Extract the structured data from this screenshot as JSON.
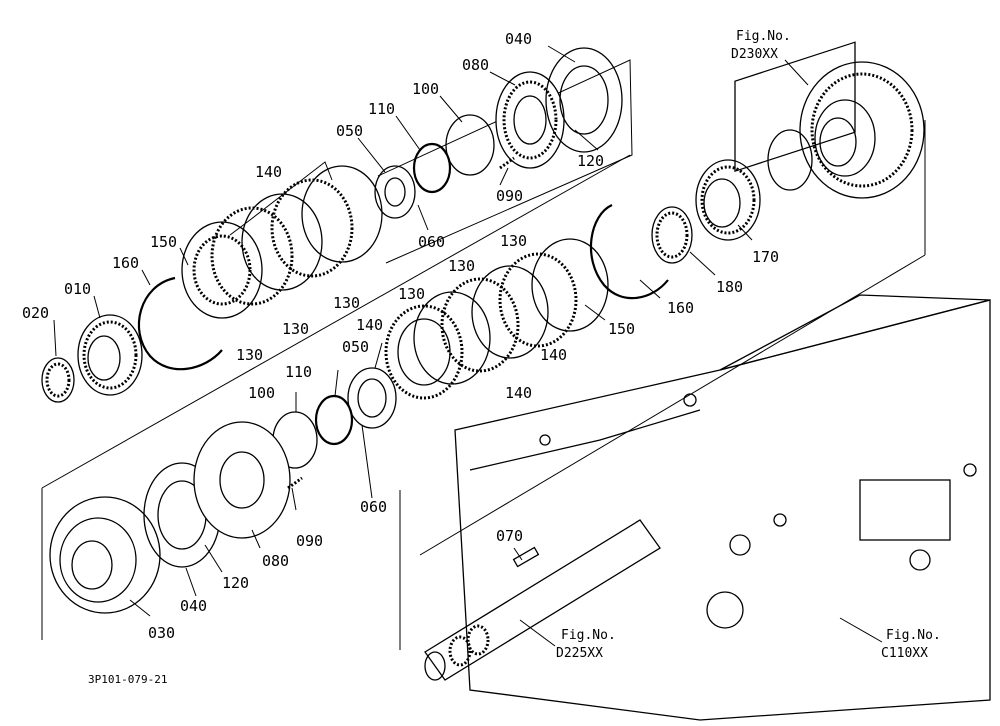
{
  "labels": {
    "p040_top": "040",
    "p080_top": "080",
    "p100_top": "100",
    "p110_top": "110",
    "p050_top": "050",
    "p140_top": "140",
    "p120_top": "120",
    "p090_top": "090",
    "p060_top": "060",
    "p150_left": "150",
    "p160_left": "160",
    "p010": "010",
    "p020": "020",
    "p130_a": "130",
    "p130_b": "130",
    "p130_c": "130",
    "p130_d": "130",
    "p130_e": "130",
    "p130_f": "130",
    "p140_mid": "140",
    "p140_right": "140",
    "p140_low": "140",
    "p050_mid": "050",
    "p110_mid": "110",
    "p100_mid": "100",
    "p150_right": "150",
    "p160_right": "160",
    "p180": "180",
    "p170": "170",
    "p060_low": "060",
    "p090_low": "090",
    "p080_low": "080",
    "p120_low": "120",
    "p040_low": "040",
    "p030": "030",
    "p070": "070"
  },
  "figrefs": {
    "d230_title": "Fig.No.",
    "d230_code": "D230XX",
    "d225_title": "Fig.No.",
    "d225_code": "D225XX",
    "c110_title": "Fig.No.",
    "c110_code": "C110XX"
  },
  "drawing_code": "3P101-079-21",
  "colors": {
    "ink": "#000000",
    "paper": "#ffffff"
  }
}
